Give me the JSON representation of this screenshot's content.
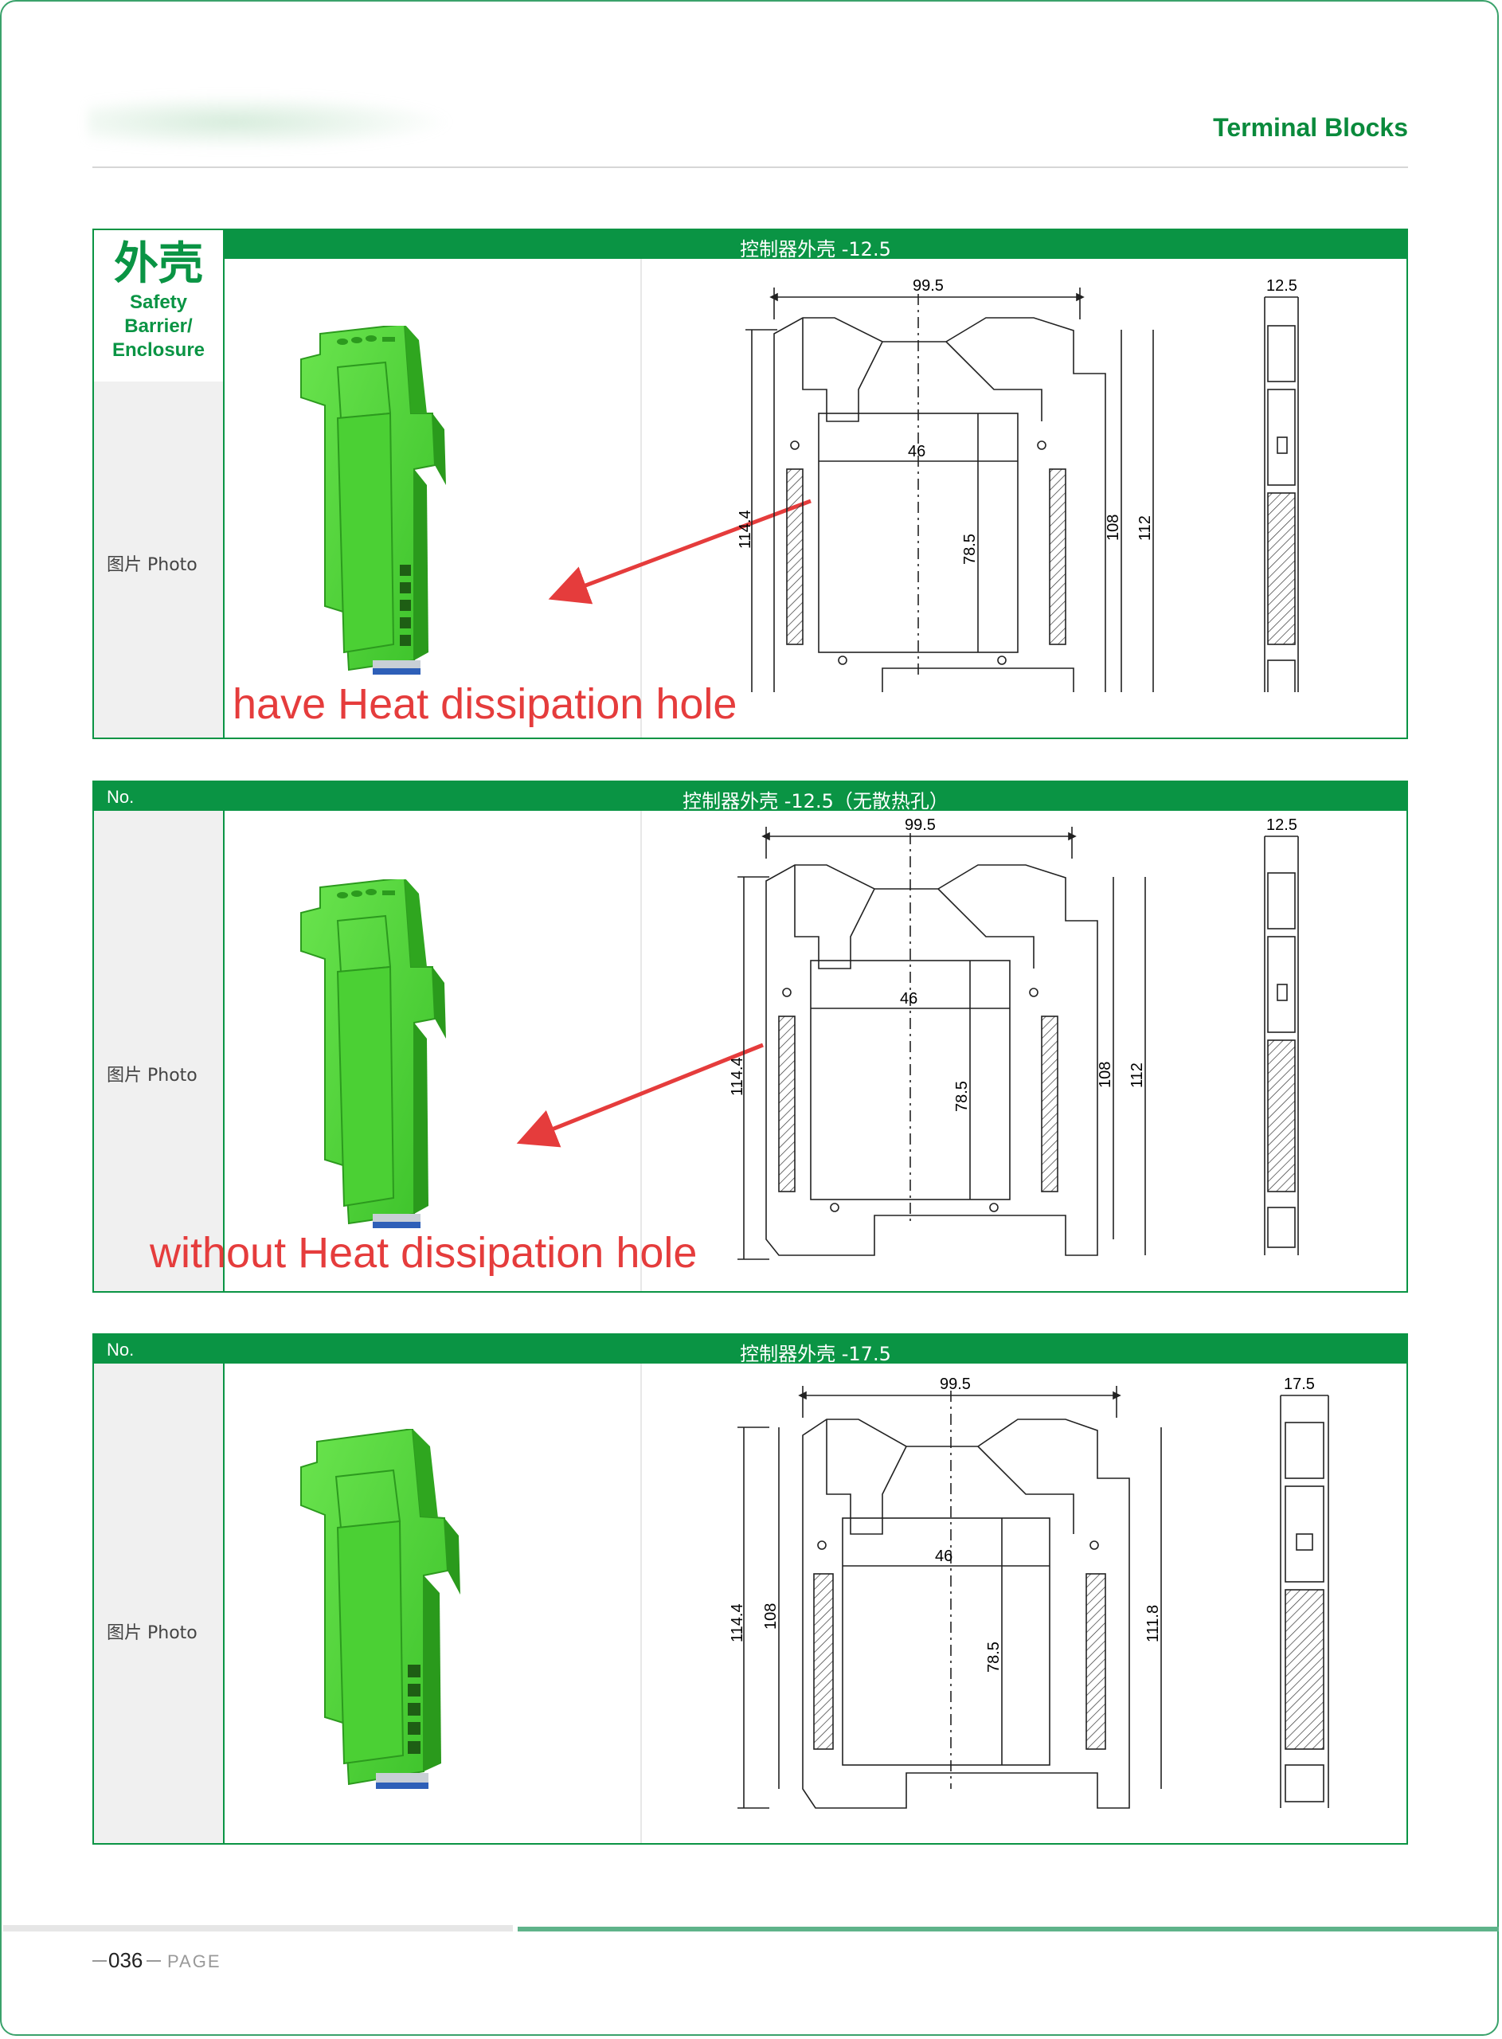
{
  "header": {
    "title": "Terminal Blocks"
  },
  "category": {
    "cn": "外壳",
    "en_line1": "Safety",
    "en_line2": "Barrier/",
    "en_line3": "Enclosure"
  },
  "sections": [
    {
      "no_label": "",
      "title": "控制器外壳 -12.5",
      "photo_label": "图片 Photo",
      "note": "have Heat dissipation hole",
      "dims": {
        "width_top": "99.5",
        "height_total": "114.4",
        "inner_width": "46",
        "inner_height": "78.5",
        "height_a": "108",
        "height_b": "112",
        "side_width": "12.5"
      }
    },
    {
      "no_label": "No.",
      "title": "控制器外壳 -12.5（无散热孔）",
      "photo_label": "图片 Photo",
      "note": "without Heat dissipation hole",
      "dims": {
        "width_top": "99.5",
        "height_total": "114.4",
        "inner_width": "46",
        "inner_height": "78.5",
        "height_a": "108",
        "height_b": "112",
        "side_width": "12.5"
      }
    },
    {
      "no_label": "No.",
      "title": "控制器外壳 -17.5",
      "photo_label": "图片 Photo",
      "note": "",
      "dims": {
        "width_top": "99.5",
        "height_total": "114.4",
        "height_a": "108",
        "inner_width": "46",
        "inner_height": "78.5",
        "height_b": "111.8",
        "side_width": "17.5"
      }
    }
  ],
  "footer": {
    "page_number": "036",
    "page_label": "PAGE"
  },
  "colors": {
    "brand_green": "#0a9444",
    "product_green": "#4fd23a",
    "note_red": "#e53c3c",
    "arrow_red": "#e53c3c"
  }
}
